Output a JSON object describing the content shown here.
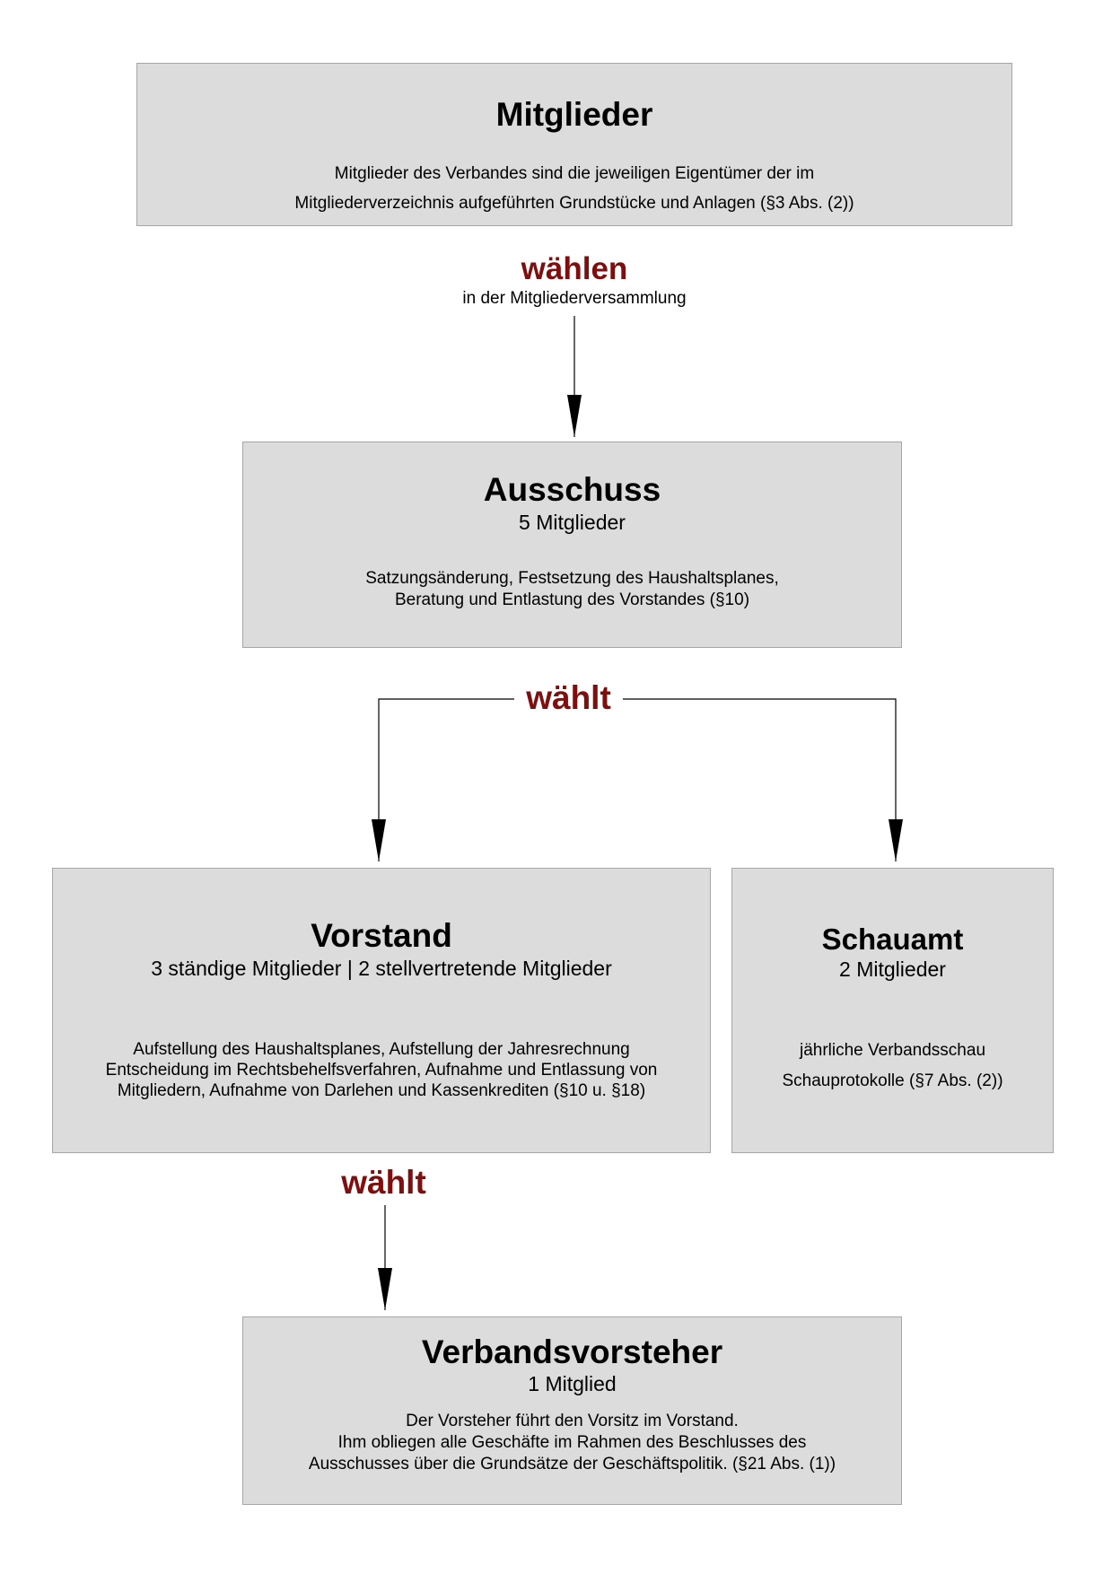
{
  "colors": {
    "box_fill": "#dcdcdc",
    "box_border": "#a6a6a6",
    "label_red": "#7f0f0f"
  },
  "boxes": {
    "mitglieder": {
      "title": "Mitglieder",
      "description": [
        "Mitglieder des Verbandes sind die jeweiligen Eigentümer der im",
        "Mitgliederverzeichnis aufgeführten Grundstücke und Anlagen (§3 Abs. (2))"
      ]
    },
    "ausschuss": {
      "title": "Ausschuss",
      "subtitle": "5 Mitglieder",
      "description": [
        "Satzungsänderung, Festsetzung des Haushaltsplanes,",
        "Beratung und Entlastung des Vorstandes (§10)"
      ]
    },
    "vorstand": {
      "title": "Vorstand",
      "subtitle": "3 ständige Mitglieder | 2 stellvertretende Mitglieder",
      "description": [
        "Aufstellung des Haushaltsplanes, Aufstellung der Jahresrechnung",
        "Entscheidung im Rechtsbehelfsverfahren, Aufnahme und Entlassung von",
        "Mitgliedern, Aufnahme von Darlehen und Kassenkrediten (§10 u. §18)"
      ]
    },
    "schauamt": {
      "title": "Schauamt",
      "subtitle": "2 Mitglieder",
      "description": [
        "jährliche Verbandsschau",
        "Schauprotokolle (§7 Abs. (2))"
      ]
    },
    "verbandsvorsteher": {
      "title": "Verbandsvorsteher",
      "subtitle": "1 Mitglied",
      "description": [
        "Der Vorsteher führt den Vorsitz im Vorstand.",
        "Ihm obliegen alle Geschäfte im Rahmen des Beschlusses des",
        "Ausschusses über die Grundsätze der Geschäftspolitik. (§21 Abs. (1))"
      ]
    }
  },
  "connectors": {
    "mitglieder_to_ausschuss": {
      "label": "wählen",
      "note": "in der Mitgliederversammlung"
    },
    "ausschuss_to_vorstand_schauamt": {
      "label": "wählt"
    },
    "vorstand_to_verbandsvorsteher": {
      "label": "wählt"
    }
  }
}
